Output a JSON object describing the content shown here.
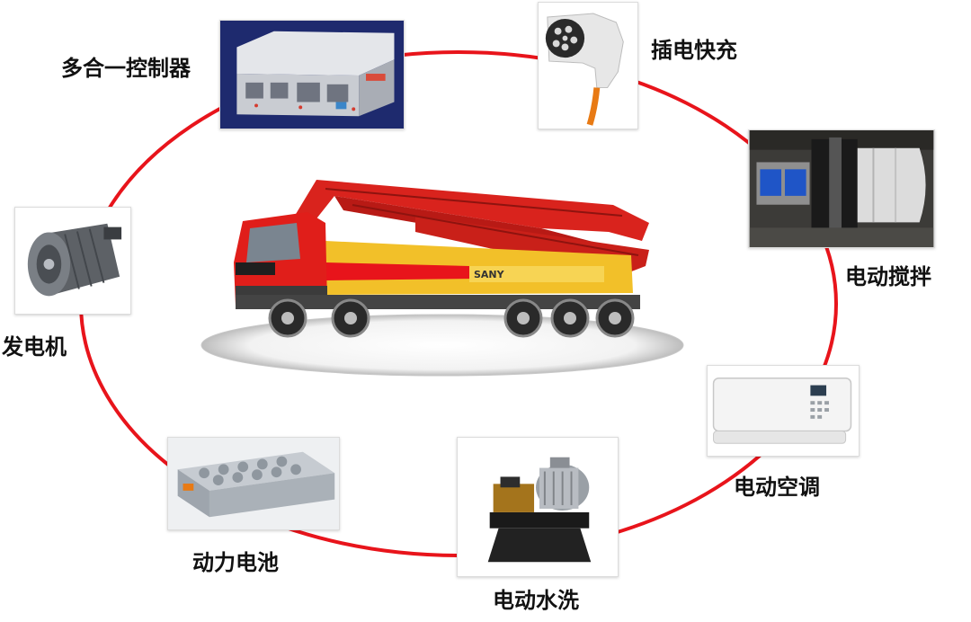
{
  "diagram": {
    "ring_color": "#e8141b",
    "nodes": [
      {
        "id": "controller",
        "label": "多合一控制器",
        "icon": "controller-box-icon"
      },
      {
        "id": "charging",
        "label": "插电快充",
        "icon": "charging-plug-icon"
      },
      {
        "id": "mixing",
        "label": "电动搅拌",
        "icon": "mixer-drum-icon"
      },
      {
        "id": "aircon",
        "label": "电动空调",
        "icon": "air-conditioner-icon"
      },
      {
        "id": "washing",
        "label": "电动水洗",
        "icon": "pressure-washer-icon"
      },
      {
        "id": "battery",
        "label": "动力电池",
        "icon": "battery-pack-icon"
      },
      {
        "id": "generator",
        "label": "发电机",
        "icon": "generator-motor-icon"
      }
    ],
    "center": {
      "icon": "concrete-pump-truck-icon",
      "truck_brand": "SANY"
    }
  }
}
